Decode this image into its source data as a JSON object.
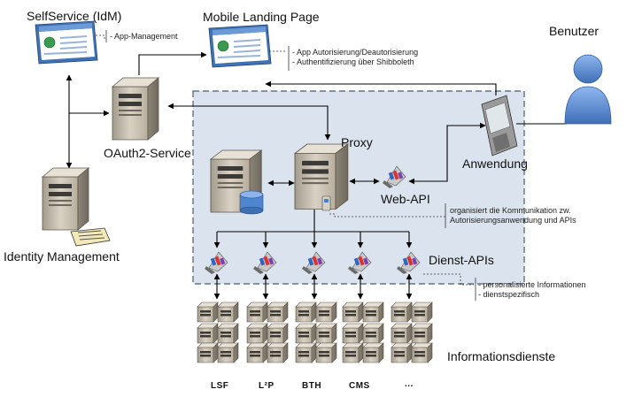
{
  "nodes": {
    "selfservice": "SelfService (IdM)",
    "mobile_landing": "Mobile Landing Page",
    "benutzer": "Benutzer",
    "oauth2": "OAuth2-Service",
    "proxy": "Proxy",
    "anwendung": "Anwendung",
    "web_api": "Web-API",
    "identity": "Identity Management",
    "dienst_apis": "Dienst-APIs",
    "informationsdienste": "Informationsdienste"
  },
  "notes": {
    "selfservice": "- App-Management",
    "mobile": [
      "- App Autorisierung/Deautorisierung",
      "- Authentifizierung über Shibboleth"
    ],
    "web_api": [
      "organisiert die Kommunikation zw.",
      "Autorisierungsanwendung und APIs"
    ],
    "dienst": [
      "- personalisierte Informationen",
      "- dienstspezifisch"
    ]
  },
  "services": [
    "LSF",
    "L²P",
    "BTH",
    "CMS",
    "..."
  ],
  "icons": {
    "browser": "browser-window-icon",
    "server": "server-tower-icon",
    "user": "user-icon",
    "phone": "mobile-phone-icon",
    "api": "api-icon",
    "database": "database-icon",
    "card_reader": "card-reader-icon"
  },
  "colors": {
    "browser_frame": "#3f72b5",
    "server_body": "#cfc7b7",
    "user": "#5b8fd6",
    "boundary_fill": "#dbe4ee",
    "boundary_border": "#4a5b7a"
  }
}
